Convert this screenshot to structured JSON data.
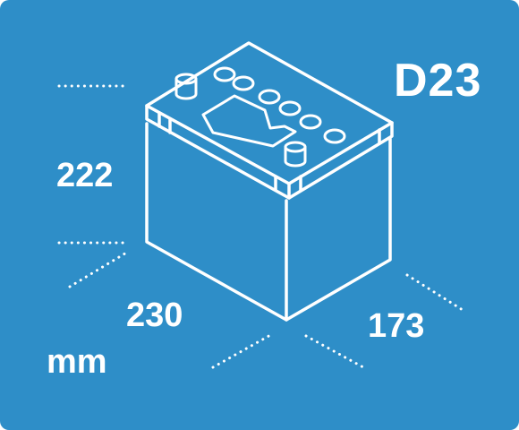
{
  "colors": {
    "background": "#2e8ec8",
    "foreground": "#ffffff"
  },
  "model": "D23",
  "dimensions": {
    "height": "222",
    "length": "230",
    "width": "173",
    "unit": "mm"
  },
  "icons": [
    "car-battery-icon",
    "dimension-guide-icon"
  ]
}
